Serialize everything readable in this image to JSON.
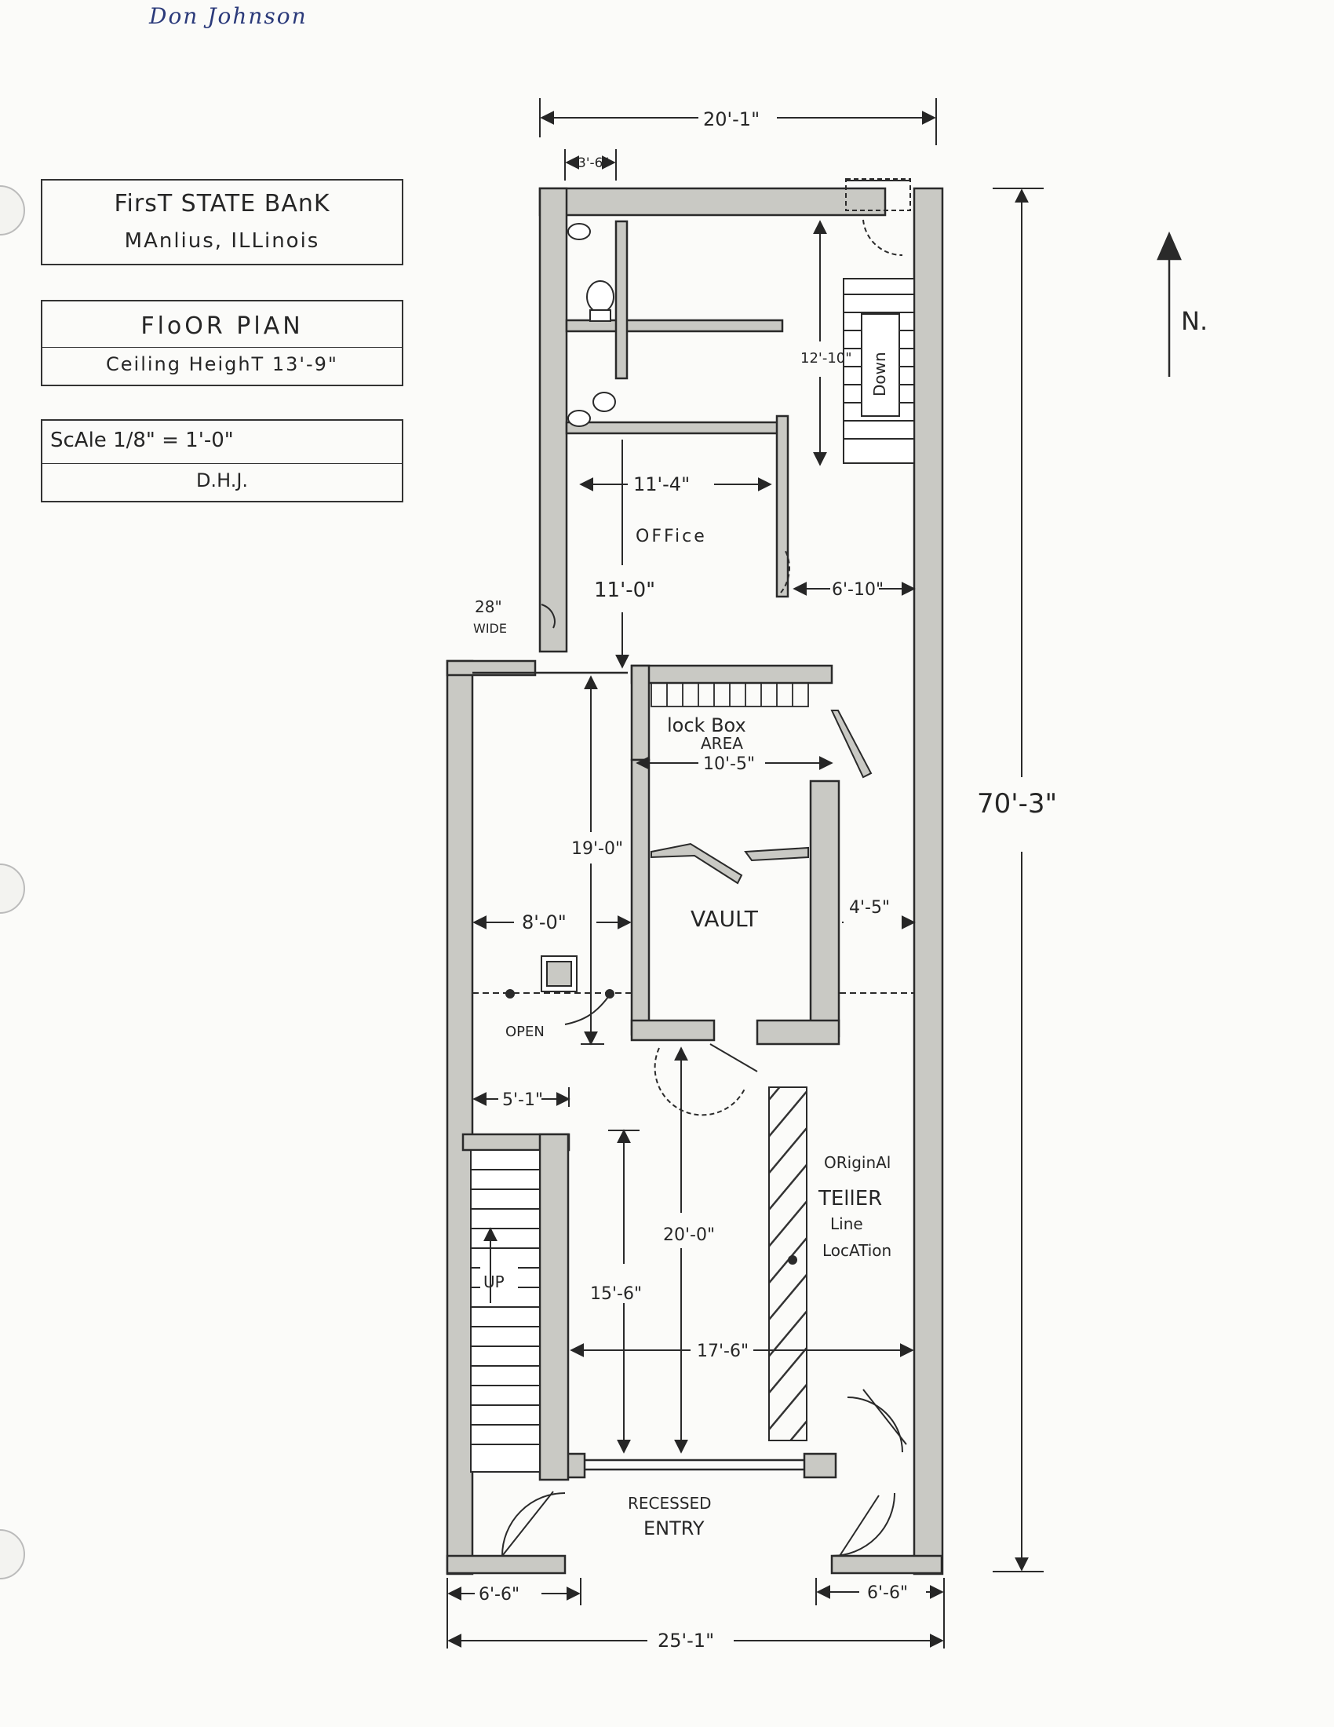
{
  "author": "Don Johnson",
  "title_block": {
    "building_line1": "FirsT STATE BAnK",
    "building_line2": "MAnlius, ILLinois",
    "plan_title": "FloOR PlAN",
    "ceiling_height": "Ceiling HeighT 13'-9\"",
    "scale": "ScAle 1/8\" = 1'-0\"",
    "drawn_by": "D.H.J."
  },
  "north_label": "N.",
  "rooms": {
    "office": "OFFice",
    "lock_box_line1": "lock Box",
    "lock_box_line2": "AREA",
    "vault": "VAULT",
    "recessed_line1": "RECESSED",
    "recessed_line2": "ENTRY",
    "teller_line1": "ORiginAl",
    "teller_line2": "TEllER",
    "teller_line3": "Line",
    "teller_line4": "LocATion",
    "stair_down": "Down",
    "stair_up": "UP",
    "open": "OPEN",
    "door_width_line1": "28\"",
    "door_width_line2": "WIDE"
  },
  "dimensions": {
    "top_width": "20'-1\"",
    "top_small": "3'-6\"",
    "overall_length": "70'-3\"",
    "stair_length": "12'-10\"",
    "office_width": "11'-4\"",
    "office_depth": "11'-0\"",
    "hall_width": "6'-10\"",
    "lockbox_width": "10'-5\"",
    "middle_depth": "19'-0\"",
    "left_room_width": "8'-0\"",
    "vault_side": "4'-5\"",
    "stair_offset": "5'-1\"",
    "front_depth": "20'-0\"",
    "stair_run": "15'-6\"",
    "front_width": "17'-6\"",
    "bottom_left": "6'-6\"",
    "bottom_right": "6'-6\"",
    "bottom_width": "25'-1\""
  },
  "colors": {
    "wall_fill": "#c9c9c4",
    "ink": "#262626",
    "paper": "#fbfbf9",
    "author_ink": "#2b3a7a"
  }
}
